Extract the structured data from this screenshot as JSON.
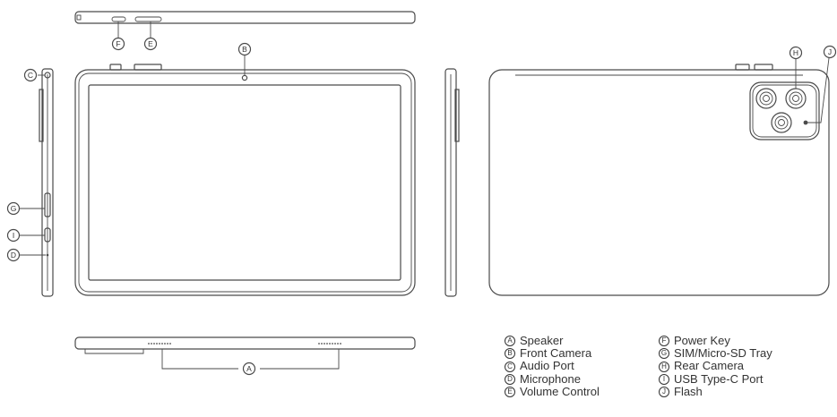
{
  "markers": {
    "a": "A",
    "b": "B",
    "c": "C",
    "d": "D",
    "e": "E",
    "f": "F",
    "g": "G",
    "h": "H",
    "i": "I",
    "j": "J"
  },
  "legend": {
    "left": [
      {
        "badge": "A",
        "label": "Speaker"
      },
      {
        "badge": "B",
        "label": "Front Camera"
      },
      {
        "badge": "C",
        "label": "Audio Port"
      },
      {
        "badge": "D",
        "label": "Microphone"
      },
      {
        "badge": "E",
        "label": "Volume Control"
      }
    ],
    "right": [
      {
        "badge": "F",
        "label": "Power Key"
      },
      {
        "badge": "G",
        "label": "SIM/Micro-SD Tray"
      },
      {
        "badge": "H",
        "label": "Rear Camera"
      },
      {
        "badge": "I",
        "label": "USB Type-C Port"
      },
      {
        "badge": "J",
        "label": "Flash"
      }
    ]
  }
}
